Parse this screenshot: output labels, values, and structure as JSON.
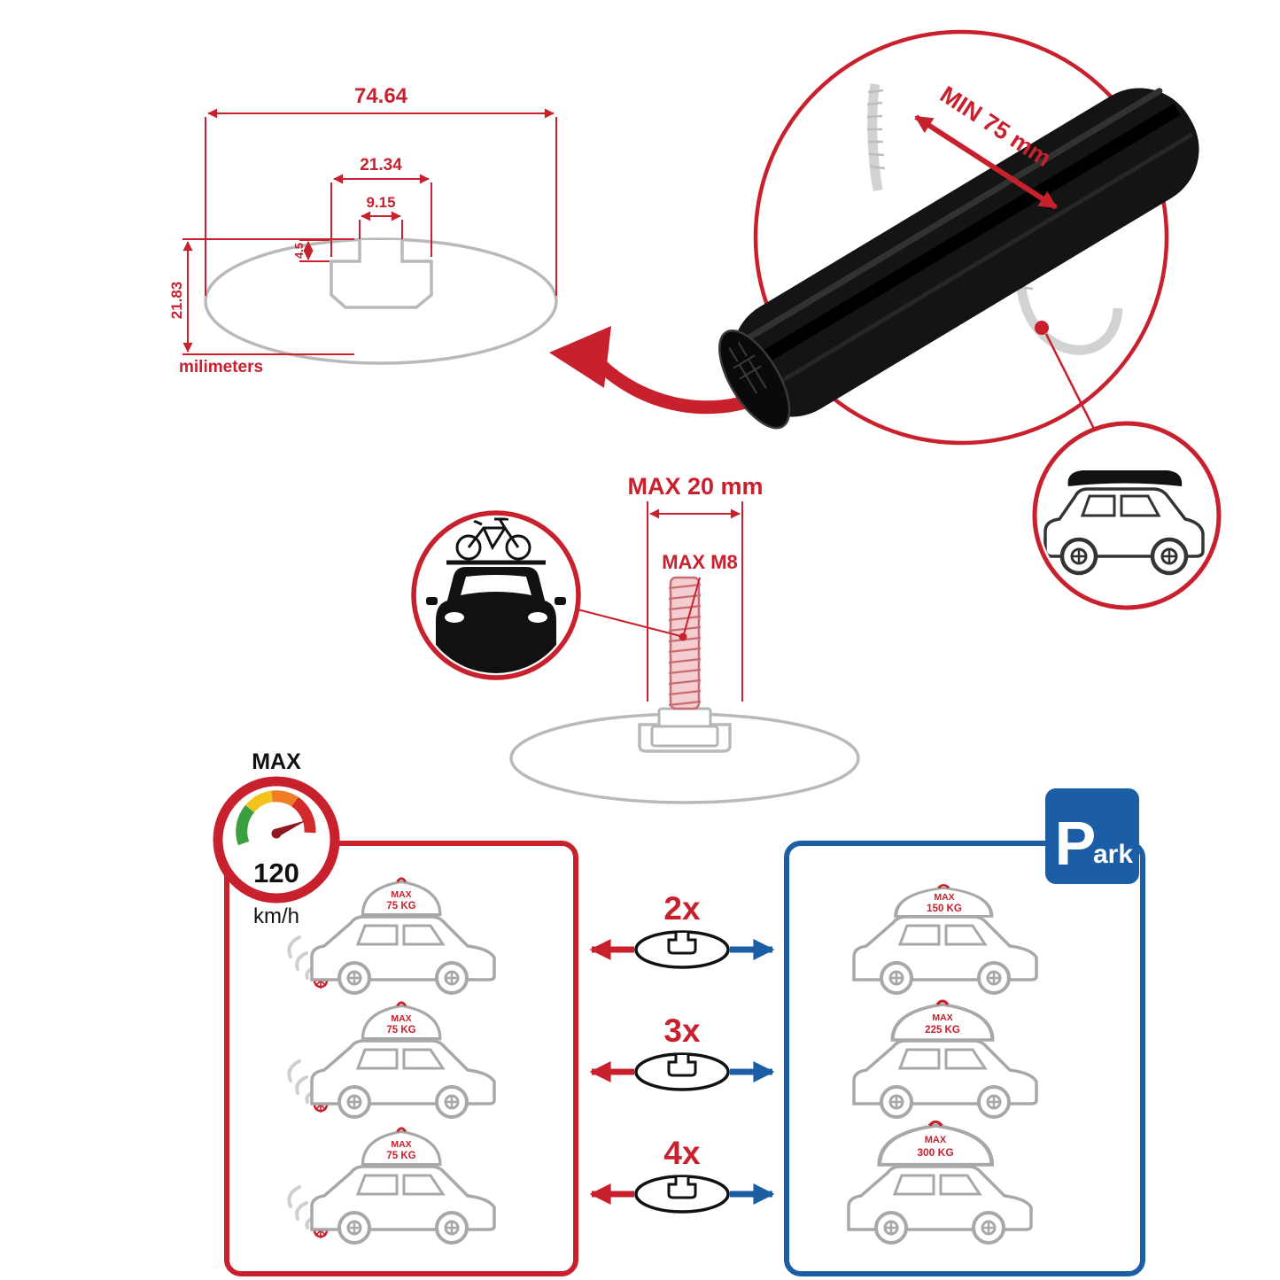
{
  "colors": {
    "accent_red": "#c9202e",
    "accent_blue": "#1b5ea6",
    "outline_gray": "#a8a8a8",
    "bar_black": "#141414"
  },
  "profile_dims": {
    "total_width": "74.64",
    "channel_width": "21.34",
    "slot_width": "9.15",
    "lip_depth": "4.5",
    "total_height": "21.83",
    "units_label": "milimeters"
  },
  "clamp": {
    "min_label": "MIN 75 mm"
  },
  "bolt": {
    "max_length_label": "MAX 20 mm",
    "max_thread_label": "MAX M8"
  },
  "speedometer": {
    "max_label": "MAX",
    "value": "120",
    "units": "km/h"
  },
  "load_comparison": {
    "multipliers": [
      "2x",
      "3x",
      "4x"
    ],
    "driving": {
      "cars": [
        {
          "line1": "MAX",
          "line2": "75 KG"
        },
        {
          "line1": "MAX",
          "line2": "75 KG"
        },
        {
          "line1": "MAX",
          "line2": "75 KG"
        }
      ]
    },
    "parked": {
      "sign_p": "P",
      "sign_rest": "ark",
      "cars": [
        {
          "line1": "MAX",
          "line2": "150 KG"
        },
        {
          "line1": "MAX",
          "line2": "225 KG"
        },
        {
          "line1": "MAX",
          "line2": "300 KG"
        }
      ]
    }
  }
}
